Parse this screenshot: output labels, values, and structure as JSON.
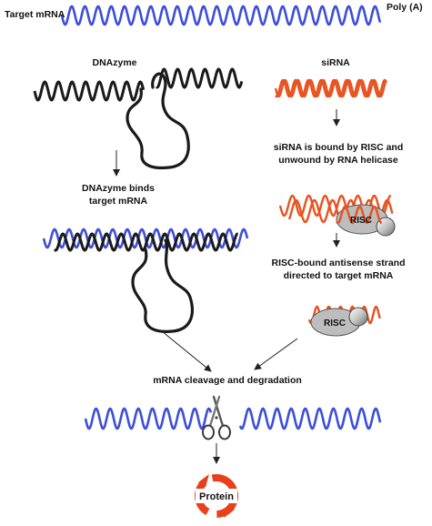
{
  "labels": {
    "target_mrna": "Target mRNA",
    "poly_a": "Poly (A)",
    "dnazyme": "DNAzyme",
    "sirna": "siRNA",
    "sirna_bound_line1": "siRNA is bound by RISC and",
    "sirna_bound_line2": "unwound by RNA helicase",
    "dnazyme_binds_line1": "DNAzyme binds",
    "dnazyme_binds_line2": "target mRNA",
    "risc_antisense_line1": "RISC-bound antisense strand",
    "risc_antisense_line2": "directed to target mRNA",
    "cleavage": "mRNA cleavage and degradation",
    "risc_1": "RISC",
    "risc_2": "RISC",
    "protein": "Protein"
  },
  "colors": {
    "mrna": "#3d4fd8",
    "dnazyme": "#1a1a1a",
    "sirna": "#e8521f",
    "risc_fill": "#bdbdbd",
    "protein_ring": "#e8401a",
    "arrow": "#222222"
  },
  "icons": {
    "cleavage": "scissors-icon",
    "protein_cycle": "recycle-arrows-icon"
  }
}
